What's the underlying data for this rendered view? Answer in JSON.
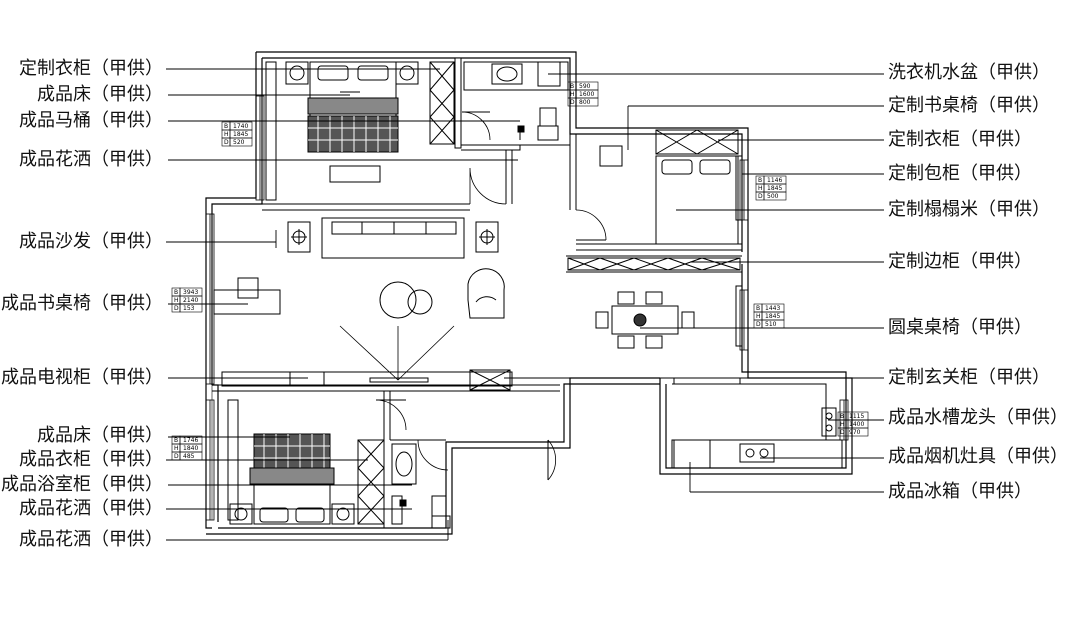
{
  "labels_left": [
    "定制衣柜（甲供）",
    "成品床（甲供）",
    "成品马桶（甲供）",
    "成品花洒（甲供）",
    "成品沙发（甲供）",
    "成品书桌椅（甲供）",
    "成品电视柜（甲供）",
    "成品床（甲供）",
    "成品衣柜（甲供）",
    "成品浴室柜（甲供）",
    "成品花洒（甲供）",
    "成品花洒（甲供）"
  ],
  "labels_right": [
    "洗衣机水盆（甲供）",
    "定制书桌椅（甲供）",
    "定制衣柜（甲供）",
    "定制包柜（甲供）",
    "定制榻榻米（甲供）",
    "定制边柜（甲供）",
    "圆桌桌椅（甲供）",
    "定制玄关柜（甲供）",
    "成品水槽龙头（甲供）",
    "成品烟机灶具（甲供）",
    "成品冰箱（甲供）"
  ],
  "dim_tables": [
    {
      "rows": [
        [
          "B",
          "1740"
        ],
        [
          "H",
          "1845"
        ],
        [
          "D",
          "520"
        ]
      ]
    },
    {
      "rows": [
        [
          "B",
          "590"
        ],
        [
          "H",
          "1600"
        ],
        [
          "D",
          "800"
        ]
      ]
    },
    {
      "rows": [
        [
          "B",
          "1146"
        ],
        [
          "H",
          "1845"
        ],
        [
          "D",
          "500"
        ]
      ]
    },
    {
      "rows": [
        [
          "B",
          "3943"
        ],
        [
          "H",
          "2140"
        ],
        [
          "D",
          "153"
        ]
      ]
    },
    {
      "rows": [
        [
          "B",
          "1443"
        ],
        [
          "H",
          "1845"
        ],
        [
          "D",
          "510"
        ]
      ]
    },
    {
      "rows": [
        [
          "B",
          "1115"
        ],
        [
          "H",
          "1400"
        ],
        [
          "D",
          "970"
        ]
      ]
    },
    {
      "rows": [
        [
          "B",
          "1746"
        ],
        [
          "H",
          "1840"
        ],
        [
          "D",
          "485"
        ]
      ]
    }
  ]
}
